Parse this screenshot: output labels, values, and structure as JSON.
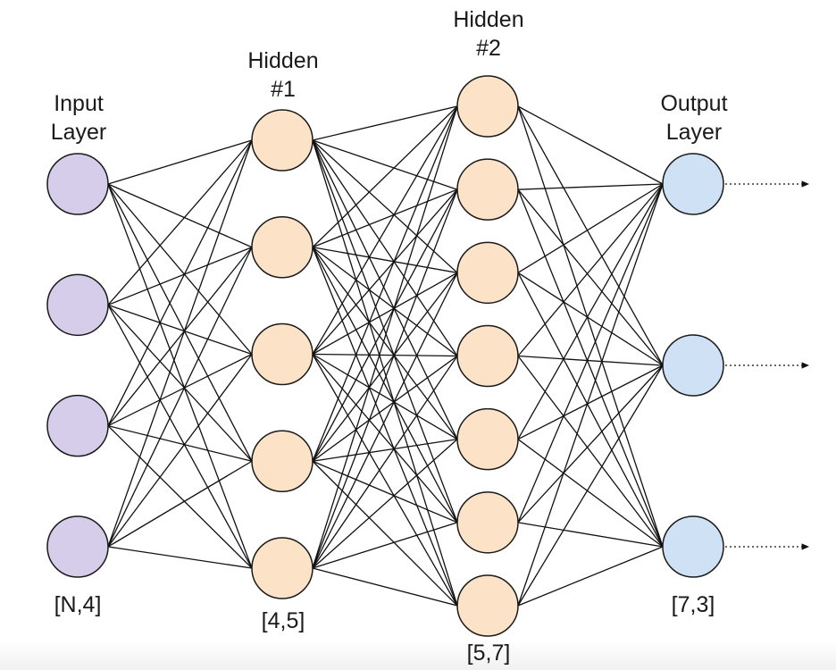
{
  "layers": [
    {
      "id": "input",
      "title": "Input\nLayer",
      "shape": "[N,4]",
      "nodes": 4,
      "fill": "#d6cdea"
    },
    {
      "id": "hidden1",
      "title": "Hidden\n#1",
      "shape": "[4,5]",
      "nodes": 5,
      "fill": "#fce3c8"
    },
    {
      "id": "hidden2",
      "title": "Hidden\n#2",
      "shape": "[5,7]",
      "nodes": 7,
      "fill": "#fce3c8"
    },
    {
      "id": "output",
      "title": "Output\nLayer",
      "shape": "[7,3]",
      "nodes": 3,
      "fill": "#cfe2f5"
    }
  ],
  "colors": {
    "edge": "#111111",
    "node_stroke": "#1a1a1a",
    "arrow": "#111111"
  },
  "output_arrows": "dotted"
}
